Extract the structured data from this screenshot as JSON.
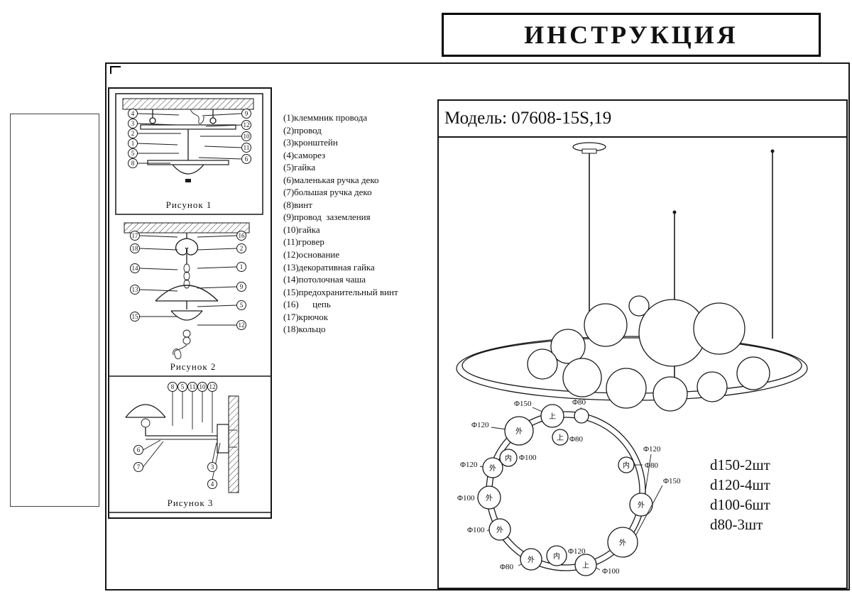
{
  "title": "ИНСТРУКЦИЯ",
  "model_label": "Модель: 07608-15S,19",
  "parts": {
    "items": [
      "(1)клеммник провода",
      "(2)провод",
      "(3)кронштейн",
      "(4)саморез",
      "(5)гайка",
      "(6)маленькая ручка деко",
      "(7)большая ручка деко",
      "(8)винт",
      "(9)провод  заземления",
      "(10)гайка",
      "(11)гровер",
      "(12)основание",
      "(13)декоративная гайка",
      "(14)потолочная чаша",
      "(15)предохранительный винт",
      "(16)      цепь",
      "(17)крючок",
      "(18)кольцо"
    ]
  },
  "figures": {
    "fig1": {
      "caption": "Рисунок 1",
      "left": [
        "4",
        "3",
        "2",
        "1",
        "5",
        "8"
      ],
      "right": [
        "9",
        "12",
        "10",
        "11",
        "6"
      ]
    },
    "fig2": {
      "caption": "Рисунок 2",
      "left": [
        "17",
        "18",
        "14",
        "13",
        "15"
      ],
      "right": [
        "16",
        "2",
        "1",
        "9",
        "5",
        "12"
      ]
    },
    "fig3": {
      "caption": "Рисунок 3",
      "top": [
        "8",
        "5",
        "11",
        "10",
        "12"
      ],
      "left": [
        "6",
        "7"
      ],
      "right": [
        "3",
        "4"
      ]
    }
  },
  "topview": {
    "bulbs": [
      {
        "dim": "Φ150",
        "mark": "上"
      },
      {
        "dim": "Φ80",
        "mark": ""
      },
      {
        "dim": "Φ120",
        "mark": "外"
      },
      {
        "dim": "Φ80",
        "mark": "上"
      },
      {
        "dim": "Φ120",
        "mark": "外"
      },
      {
        "dim": "Φ100",
        "mark": "内"
      },
      {
        "dim": "Φ120",
        "mark": "内"
      },
      {
        "dim": "Φ100",
        "mark": "外"
      },
      {
        "dim": "Φ100",
        "mark": "外"
      },
      {
        "dim": "Φ80",
        "mark": "外"
      },
      {
        "dim": "Φ80",
        "mark": "内"
      },
      {
        "dim": "Φ120",
        "mark": "外"
      },
      {
        "dim": "Φ150",
        "mark": "外"
      },
      {
        "dim": "Φ100",
        "mark": "上"
      }
    ]
  },
  "legend": [
    "d150-2шт",
    "d120-4шт",
    "d100-6шт",
    "d80-3шт"
  ]
}
